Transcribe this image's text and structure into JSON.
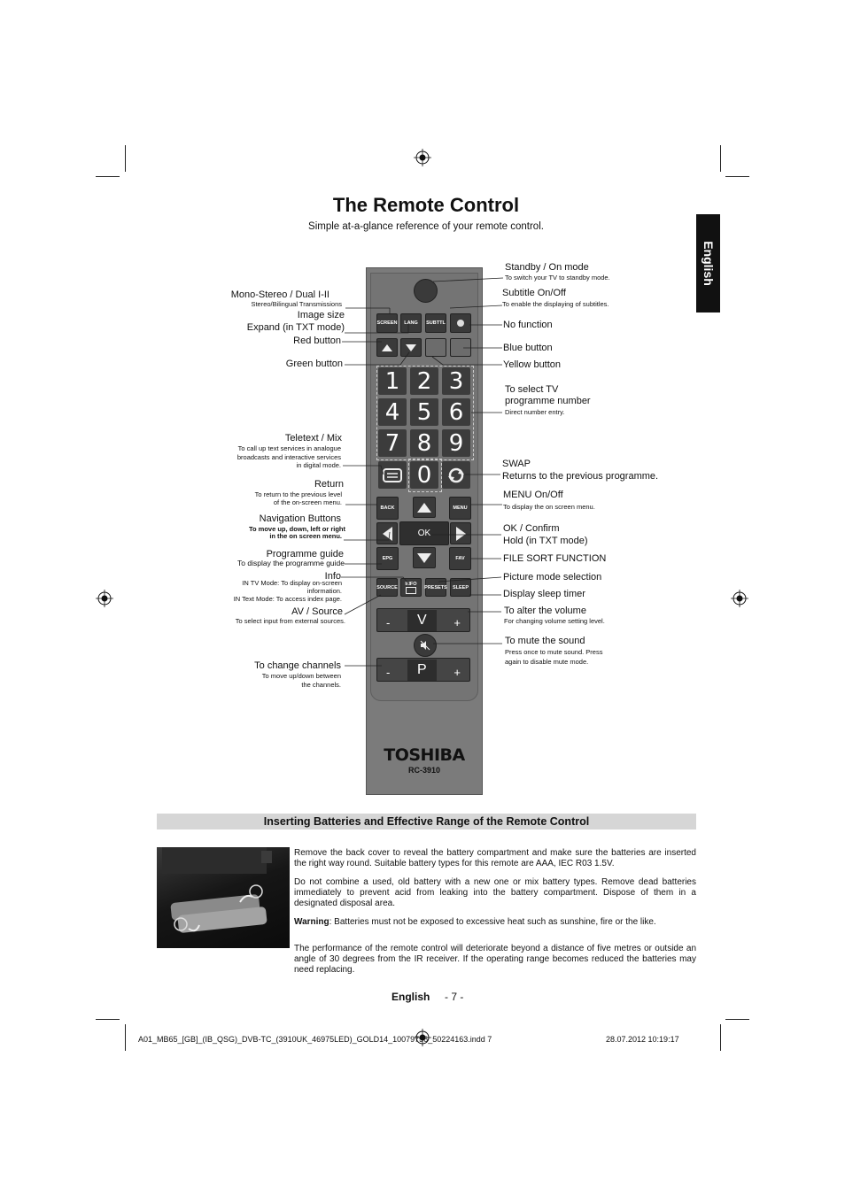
{
  "heading": {
    "title": "The Remote Control",
    "subtitle": "Simple at-a-glance reference of your remote control.",
    "lang_tab": "English"
  },
  "remote": {
    "brand": "TOSHIBA",
    "model": "RC-3910",
    "buttons": {
      "screen": "SCREEN",
      "lang": "LANG",
      "subttl": "SUBTTL",
      "back": "BACK",
      "menu": "MENU",
      "ok": "OK",
      "epg": "EPG",
      "fav": "FAV",
      "source": "SOURCE",
      "info": "INFO",
      "presets": "PRESETS",
      "sleep": "SLEEP",
      "vol": "V",
      "prog": "P",
      "minus": "-",
      "plus": "+"
    },
    "digits": [
      "1",
      "2",
      "3",
      "4",
      "5",
      "6",
      "7",
      "8",
      "9",
      "0"
    ]
  },
  "labels_left": {
    "mono_stereo": "Mono-Stereo / Dual I-II",
    "mono_stereo_sub": "Stereo/Bilingual Transmissions",
    "image_size": "Image size",
    "expand": "Expand (in TXT mode)",
    "red": "Red button",
    "green": "Green button",
    "teletext": "Teletext / Mix",
    "teletext_sub1": "To call up text services in analogue",
    "teletext_sub2": "broadcasts  and interactive services",
    "teletext_sub3": "in digital mode.",
    "return": "Return",
    "return_sub1": "To return to the previous level",
    "return_sub2": "of the on-screen menu.",
    "nav": "Navigation Buttons",
    "nav_sub1": "To move up, down, left or right",
    "nav_sub2": "in the on screen menu.",
    "prog_guide": "Programme guide",
    "prog_guide_sub": "To display the programme guide",
    "info": "Info",
    "info_sub1": "IN TV Mode: To display on-screen",
    "info_sub2": "information.",
    "info_sub3": "IN Text Mode: To access index page.",
    "av_source": "AV / Source",
    "av_source_sub": "To select input from external sources.",
    "change_ch": "To change channels",
    "change_ch_sub1": "To move up/down between",
    "change_ch_sub2": "the channels."
  },
  "labels_right": {
    "standby": "Standby / On mode",
    "standby_sub": "To switch your TV to standby mode.",
    "subtitle": "Subtitle On/Off",
    "subtitle_sub": "To enable the displaying of subtitles.",
    "no_function": "No function",
    "blue": "Blue button",
    "yellow": "Yellow button",
    "select_tv1": "To select TV",
    "select_tv2": "programme number",
    "select_tv_sub": "Direct number entry.",
    "swap": "SWAP",
    "swap_sub": "Returns to the previous programme.",
    "menu": "MENU On/Off",
    "menu_sub": "To display the on screen menu.",
    "ok": "OK / Confirm",
    "ok_sub": "Hold (in TXT mode)",
    "file_sort": "FILE SORT FUNCTION",
    "picture_mode": "Picture mode selection",
    "sleep": "Display sleep timer",
    "volume": "To alter the volume",
    "volume_sub": "For changing volume setting level.",
    "mute": "To mute the sound",
    "mute_sub1": "Press once to mute sound. Press",
    "mute_sub2": "again to disable mute mode."
  },
  "batteries": {
    "heading": "Inserting Batteries and Effective Range of the Remote Control",
    "p1": "Remove the back cover to reveal the battery compartment and make sure the batteries are inserted the right way round. Suitable battery types for this remote are  AAA, IEC R03 1.5V.",
    "p2": "Do not combine a used, old battery with a new one or mix battery types. Remove dead batteries immediately to prevent acid from leaking into the battery compartment. Dispose of them in a designated disposal area.",
    "p3_bold": "Warning",
    "p3": ": Batteries must not be exposed to excessive heat such as sunshine, fire or the like.",
    "p4": "The performance of the remote control will deteriorate beyond a distance of five metres or outside an angle of 30 degrees from the IR receiver. If the operating range becomes reduced the batteries may need replacing."
  },
  "footer": {
    "page_lang": "English",
    "page_num": "- 7 -",
    "file": "A01_MB65_[GB]_(IB_QSG)_DVB-TC_(3910UK_46975LED)_GOLD14_10079756_50224163.indd   7",
    "date": "28.07.2012   10:19:17"
  }
}
